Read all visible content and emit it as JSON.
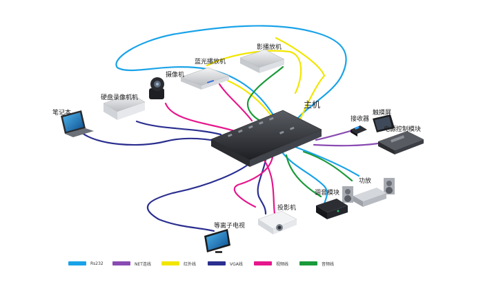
{
  "labels": {
    "host": "主机",
    "laptop": "笔记本",
    "dvr": "硬盘录像机机",
    "camera": "摄像机",
    "bluray": "蓝光播放机",
    "dvd": "影播放机",
    "receiver": "接收器",
    "touchscreen": "触摸屏",
    "power_module": "电源控制模块",
    "amplifier": "功放",
    "tuner": "调音模块",
    "projector": "投影机",
    "plasma_tv": "等离子电视"
  },
  "legend": [
    {
      "label": "Rs232",
      "color": "#1aa3e8"
    },
    {
      "label": "NET连线",
      "color": "#8a4bb3"
    },
    {
      "label": "红外线",
      "color": "#f2e600"
    },
    {
      "label": "VGA线",
      "color": "#2b2f8f"
    },
    {
      "label": "视频线",
      "color": "#e6168c"
    },
    {
      "label": "音频线",
      "color": "#1a9a3a"
    }
  ]
}
